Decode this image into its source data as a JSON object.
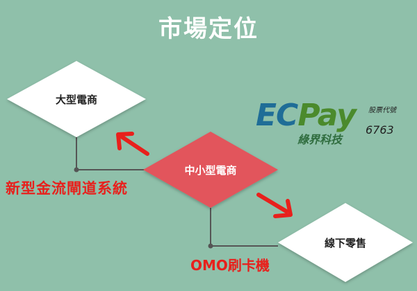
{
  "title": "市場定位",
  "nodes": {
    "large": "大型電商",
    "center": "中小型電商",
    "offline": "線下零售"
  },
  "labels": {
    "payment": "新型金流閘道系統",
    "omo": "OMO刷卡機"
  },
  "logo": {
    "ec": "EC",
    "pay": "Pay",
    "chinese": "綠界科技",
    "stock_label": "股票代號",
    "stock_code": "6763"
  },
  "colors": {
    "background": "#8fc0aa",
    "center_node": "#e2545c",
    "outer_node": "#ffffff",
    "arrow": "#e8201c",
    "connector": "#555555"
  }
}
